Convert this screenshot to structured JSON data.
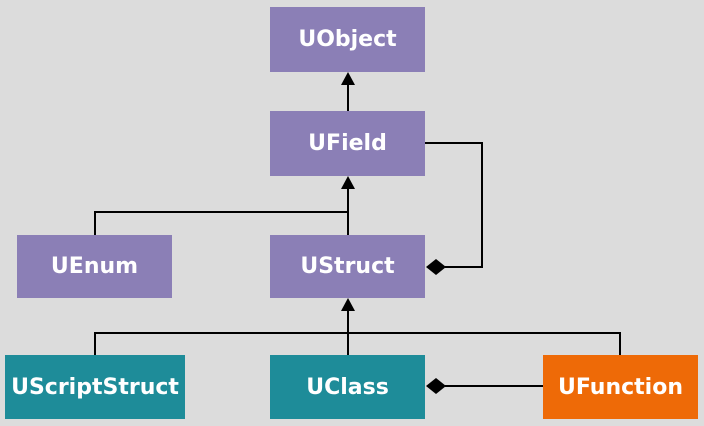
{
  "diagram": {
    "nodes": {
      "uobject": {
        "label": "UObject",
        "color": "#8b7fb6"
      },
      "ufield": {
        "label": "UField",
        "color": "#8b7fb6"
      },
      "uenum": {
        "label": "UEnum",
        "color": "#8b7fb6"
      },
      "ustruct": {
        "label": "UStruct",
        "color": "#8b7fb6"
      },
      "uscriptstruct": {
        "label": "UScriptStruct",
        "color": "#1e8c99"
      },
      "uclass": {
        "label": "UClass",
        "color": "#1e8c99"
      },
      "ufunction": {
        "label": "UFunction",
        "color": "#ee6a07"
      }
    },
    "relations": [
      {
        "from": "ufield",
        "to": "uobject",
        "kind": "inheritance"
      },
      {
        "from": "uenum",
        "to": "ufield",
        "kind": "inheritance"
      },
      {
        "from": "ustruct",
        "to": "ufield",
        "kind": "inheritance"
      },
      {
        "from": "uscriptstruct",
        "to": "ustruct",
        "kind": "inheritance"
      },
      {
        "from": "uclass",
        "to": "ustruct",
        "kind": "inheritance"
      },
      {
        "from": "ufunction",
        "to": "ustruct",
        "kind": "inheritance"
      },
      {
        "from": "ufield",
        "to": "ustruct",
        "kind": "composition"
      },
      {
        "from": "ufunction",
        "to": "uclass",
        "kind": "composition"
      }
    ],
    "background": "#dcdcdc",
    "line_color": "#000000"
  }
}
